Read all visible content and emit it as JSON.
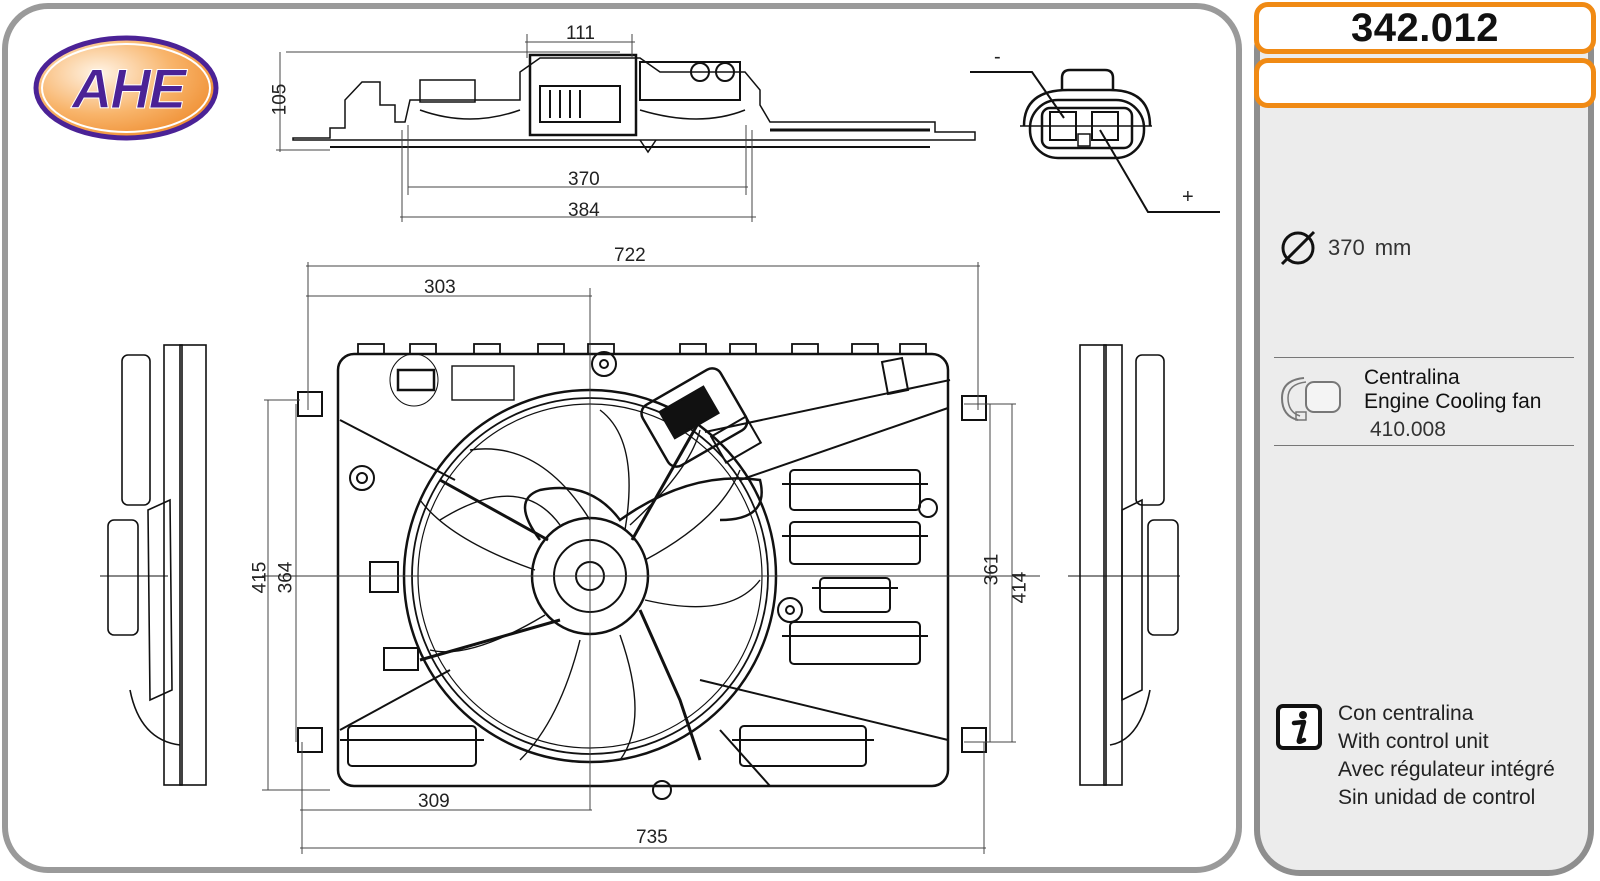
{
  "brand": {
    "name": "AHE",
    "colors": {
      "accent": "#f08a14",
      "logo_text": "#4b2296",
      "logo_bg": "#f5a04c"
    }
  },
  "part_number": "342.012",
  "part_number_secondary": "",
  "dimensions": {
    "top_view": {
      "height": "105",
      "motor_width": "111",
      "fan_diameter": "370",
      "shroud_opening": "384"
    },
    "front_view": {
      "overall_width_top": "722",
      "center_offset_top": "303",
      "height_left_outer": "415",
      "height_left_inner": "364",
      "height_right_inner": "361",
      "height_right_outer": "414",
      "center_offset_bottom": "309",
      "overall_width_bottom": "735"
    }
  },
  "connector": {
    "negative_label": "-",
    "positive_label": "+"
  },
  "specs": {
    "diameter_icon": "diameter-icon",
    "diameter_value": "370",
    "diameter_unit": "mm"
  },
  "accessory": {
    "line1": "Centralina",
    "line2": "Engine Cooling fan",
    "code": "410.008",
    "icon": "control-unit-icon"
  },
  "info": {
    "icon": "info-icon",
    "lines": [
      "Con centralina",
      "With control unit",
      "Avec régulateur intégré",
      "Sin unidad de control"
    ]
  }
}
